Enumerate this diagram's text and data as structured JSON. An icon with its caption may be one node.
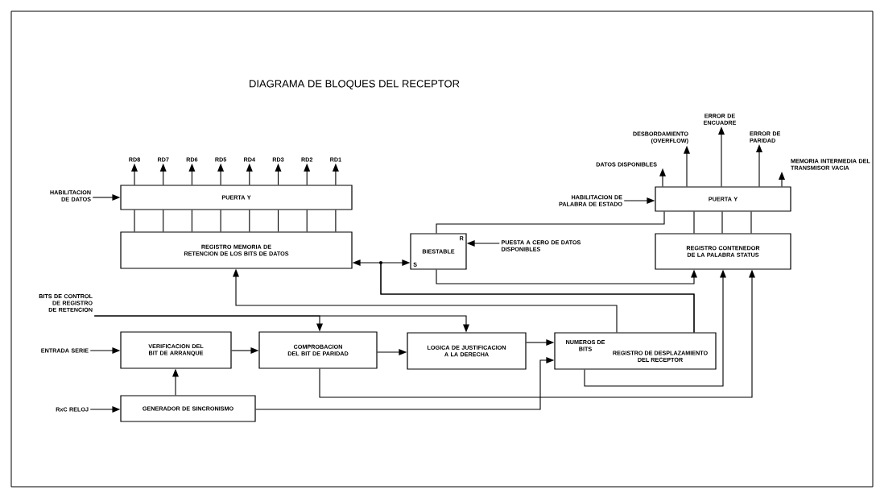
{
  "diagram": {
    "title": "DIAGRAMA DE BLOQUES DEL RECEPTOR",
    "nodes": [
      {
        "text": [
          "HABILITACION DE DATOS"
        ]
      },
      {
        "text": [
          "RD8"
        ]
      },
      {
        "text": [
          "RD7"
        ]
      },
      {
        "text": [
          "RD6"
        ]
      },
      {
        "text": [
          "RD5"
        ]
      },
      {
        "text": [
          "RD4"
        ]
      },
      {
        "text": [
          "RD3"
        ]
      },
      {
        "text": [
          "RD2"
        ]
      },
      {
        "text": [
          "RD1"
        ]
      },
      {
        "text": [
          "PUERTA Y"
        ]
      },
      {
        "text": [
          "REGISTRO MEMORIA DE RETENCION DE LOS BITS DE DATOS"
        ]
      },
      {
        "text": [
          "BIESTABLE",
          "R",
          "S"
        ]
      },
      {
        "text": [
          "PUESTA A CERO DE DATOS DISPONIBLES"
        ]
      },
      {
        "text": [
          "DESBORDAMIENTO (OVERFLOW)"
        ]
      },
      {
        "text": [
          "DATOS DISPONIBLES"
        ]
      },
      {
        "text": [
          "ERROR DE ENCUADRE"
        ]
      },
      {
        "text": [
          "ERROR DE PARIDAD"
        ]
      },
      {
        "text": [
          "MEMORIA INTERMEDIA DEL TRANSMISOR VACIA"
        ]
      },
      {
        "text": [
          "HABILITACION DE PALABRA DE ESTADO"
        ]
      },
      {
        "text": [
          "PUERTA Y"
        ]
      },
      {
        "text": [
          "REGISTRO CONTENEDOR DE LA PALABRA STATUS"
        ]
      },
      {
        "text": [
          "BITS DE CONTROL DE REGISTRO DE RETENCION"
        ]
      },
      {
        "text": [
          "ENTRADA SERIE"
        ]
      },
      {
        "text": [
          "VERIFICACION DEL BIT DE ARRANQUE"
        ]
      },
      {
        "text": [
          "COMPROBACION DEL BIT DE PARIDAD"
        ]
      },
      {
        "text": [
          "LOGICA DE JUSTIFICACION A LA DERECHA"
        ]
      },
      {
        "text": [
          "NUMEROS DE BITS",
          "REGISTRO DE DESPLAZAMIENTO DEL RECEPTOR"
        ]
      },
      {
        "text": [
          "RxC RELOJ"
        ]
      },
      {
        "text": [
          "GENERADOR DE SINCRONISMO"
        ]
      }
    ],
    "edges": [
      {
        "from": 0,
        "to": 9,
        "arrow": "to"
      },
      {
        "from": 9,
        "to": 1,
        "arrow": "to"
      },
      {
        "from": 9,
        "to": 2,
        "arrow": "to"
      },
      {
        "from": 9,
        "to": 3,
        "arrow": "to"
      },
      {
        "from": 9,
        "to": 4,
        "arrow": "to"
      },
      {
        "from": 9,
        "to": 5,
        "arrow": "to"
      },
      {
        "from": 9,
        "to": 6,
        "arrow": "to"
      },
      {
        "from": 9,
        "to": 7,
        "arrow": "to"
      },
      {
        "from": 9,
        "to": 8,
        "arrow": "to"
      },
      {
        "from": 9,
        "to": 10,
        "arrow": "none"
      },
      {
        "from": 9,
        "to": 10,
        "arrow": "none"
      },
      {
        "from": 9,
        "to": 10,
        "arrow": "none"
      },
      {
        "from": 9,
        "to": 10,
        "arrow": "none"
      },
      {
        "from": 9,
        "to": 10,
        "arrow": "none"
      },
      {
        "from": 9,
        "to": 10,
        "arrow": "none"
      },
      {
        "from": 9,
        "to": 10,
        "arrow": "none"
      },
      {
        "from": 9,
        "to": 10,
        "arrow": "none"
      },
      {
        "from": 26,
        "to": 10,
        "arrow": "to"
      },
      {
        "from": 26,
        "to": 10,
        "arrow": "to"
      },
      {
        "from": 26,
        "to": 11,
        "arrow": "to"
      },
      {
        "from": 12,
        "to": 11,
        "arrow": "to"
      },
      {
        "from": 11,
        "to": 19,
        "arrow": "none"
      },
      {
        "from": 11,
        "to": 20,
        "arrow": "to"
      },
      {
        "from": 18,
        "to": 19,
        "arrow": "to"
      },
      {
        "from": 19,
        "to": 14,
        "arrow": "to"
      },
      {
        "from": 19,
        "to": 13,
        "arrow": "to"
      },
      {
        "from": 19,
        "to": 15,
        "arrow": "to"
      },
      {
        "from": 19,
        "to": 16,
        "arrow": "to"
      },
      {
        "from": 19,
        "to": 17,
        "arrow": "to"
      },
      {
        "from": 19,
        "to": 20,
        "arrow": "none"
      },
      {
        "from": 19,
        "to": 20,
        "arrow": "none"
      },
      {
        "from": 19,
        "to": 20,
        "arrow": "none"
      },
      {
        "from": 26,
        "to": 20,
        "arrow": "to"
      },
      {
        "from": 24,
        "to": 20,
        "arrow": "to"
      },
      {
        "from": 21,
        "to": 24,
        "arrow": "to"
      },
      {
        "from": 21,
        "to": 25,
        "arrow": "to"
      },
      {
        "from": 22,
        "to": 23,
        "arrow": "to"
      },
      {
        "from": 23,
        "to": 24,
        "arrow": "to"
      },
      {
        "from": 24,
        "to": 25,
        "arrow": "to"
      },
      {
        "from": 25,
        "to": 26,
        "arrow": "to"
      },
      {
        "from": 27,
        "to": 28,
        "arrow": "to"
      },
      {
        "from": 28,
        "to": 23,
        "arrow": "to"
      },
      {
        "from": 28,
        "to": 26,
        "arrow": "to"
      }
    ]
  }
}
